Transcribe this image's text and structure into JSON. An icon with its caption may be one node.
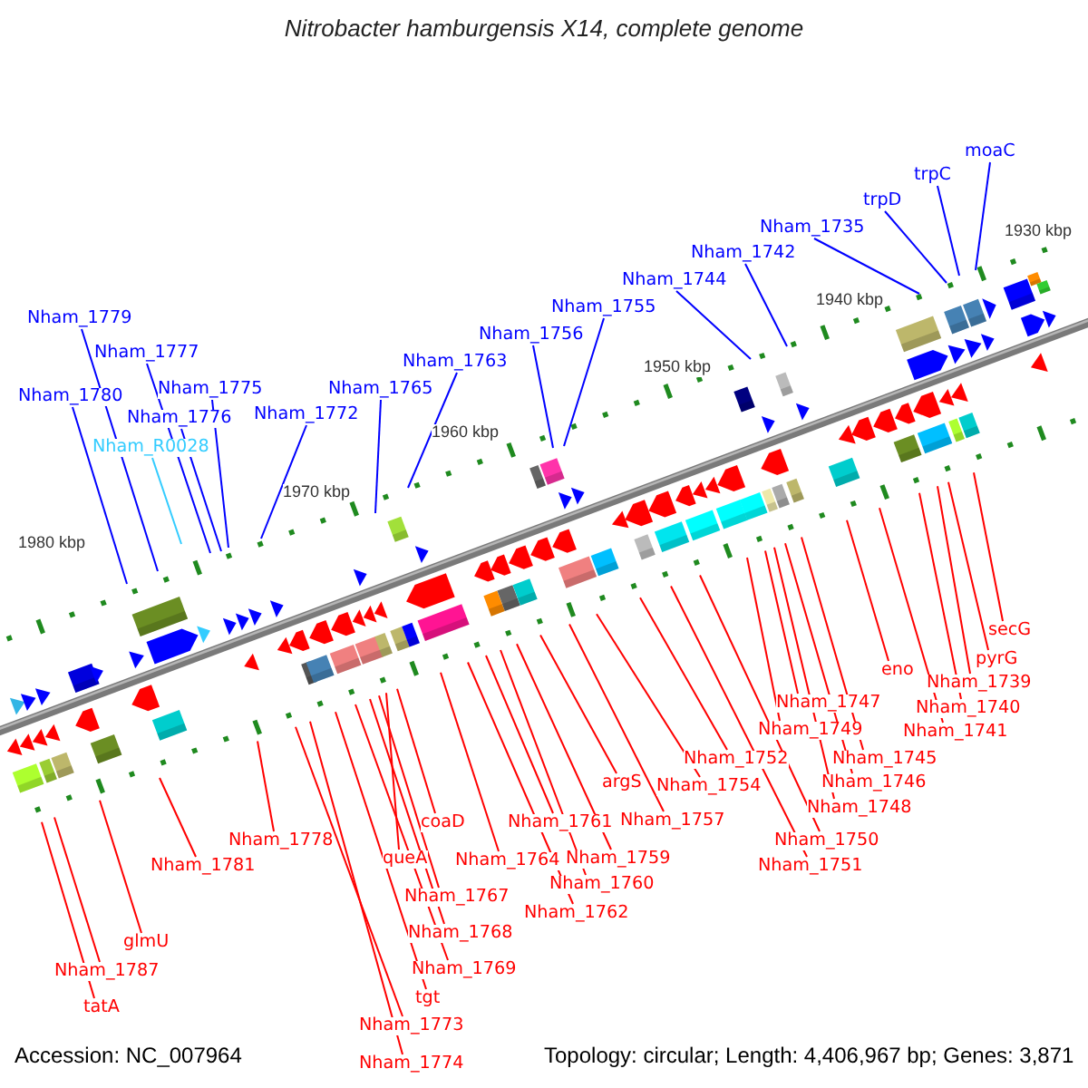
{
  "diagram": {
    "title": "Nitrobacter hamburgensis X14, complete genome",
    "nodes": [
      {
        "text": [
          "Nham_1780"
        ]
      },
      {
        "text": [
          "Nham_1779"
        ]
      },
      {
        "text": [
          "Nham_R0028"
        ]
      },
      {
        "text": [
          "Nham_1777"
        ]
      },
      {
        "text": [
          "Nham_1776"
        ]
      },
      {
        "text": [
          "Nham_1775"
        ]
      },
      {
        "text": [
          "Nham_1772"
        ]
      },
      {
        "text": [
          "Nham_1765"
        ]
      },
      {
        "text": [
          "Nham_1763"
        ]
      },
      {
        "text": [
          "Nham_1756"
        ]
      },
      {
        "text": [
          "Nham_1755"
        ]
      },
      {
        "text": [
          "Nham_1744"
        ]
      },
      {
        "text": [
          "Nham_1742"
        ]
      },
      {
        "text": [
          "Nham_1735"
        ]
      },
      {
        "text": [
          "trpD"
        ]
      },
      {
        "text": [
          "trpC"
        ]
      },
      {
        "text": [
          "moaC"
        ]
      },
      {
        "text": [
          "tatA"
        ]
      },
      {
        "text": [
          "Nham_1787"
        ]
      },
      {
        "text": [
          "glmU"
        ]
      },
      {
        "text": [
          "Nham_1781"
        ]
      },
      {
        "text": [
          "Nham_1778"
        ]
      },
      {
        "text": [
          "Nham_1773"
        ]
      },
      {
        "text": [
          "Nham_1774"
        ]
      },
      {
        "text": [
          "tgt"
        ]
      },
      {
        "text": [
          "Nham_1769"
        ]
      },
      {
        "text": [
          "Nham_1768"
        ]
      },
      {
        "text": [
          "Nham_1767"
        ]
      },
      {
        "text": [
          "queA"
        ]
      },
      {
        "text": [
          "coaD"
        ]
      },
      {
        "text": [
          "Nham_1764"
        ]
      },
      {
        "text": [
          "Nham_1762"
        ]
      },
      {
        "text": [
          "Nham_1761"
        ]
      },
      {
        "text": [
          "Nham_1760"
        ]
      },
      {
        "text": [
          "Nham_1759"
        ]
      },
      {
        "text": [
          "argS"
        ]
      },
      {
        "text": [
          "Nham_1757"
        ]
      },
      {
        "text": [
          "Nham_1754"
        ]
      },
      {
        "text": [
          "Nham_1752"
        ]
      },
      {
        "text": [
          "Nham_1751"
        ]
      },
      {
        "text": [
          "Nham_1750"
        ]
      },
      {
        "text": [
          "Nham_1749"
        ]
      },
      {
        "text": [
          "Nham_1747"
        ]
      },
      {
        "text": [
          "Nham_1748"
        ]
      },
      {
        "text": [
          "Nham_1746"
        ]
      },
      {
        "text": [
          "Nham_1745"
        ]
      },
      {
        "text": [
          "eno"
        ]
      },
      {
        "text": [
          "Nham_1741"
        ]
      },
      {
        "text": [
          "Nham_1740"
        ]
      },
      {
        "text": [
          "Nham_1739"
        ]
      },
      {
        "text": [
          "pyrG"
        ]
      },
      {
        "text": [
          "secG"
        ]
      }
    ],
    "edges": [
      {
        "from": 0,
        "to": null,
        "arrow": "none",
        "color": "#0000ff"
      },
      {
        "from": 1,
        "to": null,
        "arrow": "none",
        "color": "#0000ff"
      },
      {
        "from": 2,
        "to": null,
        "arrow": "none",
        "color": "#33ccff"
      },
      {
        "from": 3,
        "to": null,
        "arrow": "none",
        "color": "#0000ff"
      },
      {
        "from": 4,
        "to": null,
        "arrow": "none",
        "color": "#0000ff"
      },
      {
        "from": 5,
        "to": null,
        "arrow": "none",
        "color": "#0000ff"
      },
      {
        "from": 6,
        "to": null,
        "arrow": "none",
        "color": "#0000ff"
      },
      {
        "from": 7,
        "to": null,
        "arrow": "none",
        "color": "#0000ff"
      },
      {
        "from": 8,
        "to": null,
        "arrow": "none",
        "color": "#0000ff"
      },
      {
        "from": 9,
        "to": null,
        "arrow": "none",
        "color": "#0000ff"
      },
      {
        "from": 10,
        "to": null,
        "arrow": "none",
        "color": "#0000ff"
      },
      {
        "from": 11,
        "to": null,
        "arrow": "none",
        "color": "#0000ff"
      },
      {
        "from": 12,
        "to": null,
        "arrow": "none",
        "color": "#0000ff"
      },
      {
        "from": 13,
        "to": null,
        "arrow": "none",
        "color": "#0000ff"
      },
      {
        "from": 14,
        "to": null,
        "arrow": "none",
        "color": "#0000ff"
      },
      {
        "from": 15,
        "to": null,
        "arrow": "none",
        "color": "#0000ff"
      },
      {
        "from": 16,
        "to": null,
        "arrow": "none",
        "color": "#0000ff"
      },
      {
        "from": 17,
        "to": null,
        "arrow": "none"
      },
      {
        "from": 18,
        "to": null,
        "arrow": "none"
      },
      {
        "from": 19,
        "to": null,
        "arrow": "none"
      },
      {
        "from": 20,
        "to": null,
        "arrow": "none"
      },
      {
        "from": 21,
        "to": null,
        "arrow": "none"
      },
      {
        "from": 22,
        "to": null,
        "arrow": "none"
      },
      {
        "from": 23,
        "to": null,
        "arrow": "none"
      },
      {
        "from": 24,
        "to": null,
        "arrow": "none"
      },
      {
        "from": 25,
        "to": null,
        "arrow": "none"
      },
      {
        "from": 26,
        "to": null,
        "arrow": "none"
      },
      {
        "from": 27,
        "to": null,
        "arrow": "none"
      },
      {
        "from": 28,
        "to": null,
        "arrow": "none"
      },
      {
        "from": 29,
        "to": null,
        "arrow": "none"
      },
      {
        "from": 30,
        "to": null,
        "arrow": "none"
      },
      {
        "from": 31,
        "to": null,
        "arrow": "none"
      },
      {
        "from": 32,
        "to": null,
        "arrow": "none"
      },
      {
        "from": 33,
        "to": null,
        "arrow": "none"
      },
      {
        "from": 34,
        "to": null,
        "arrow": "none"
      },
      {
        "from": 35,
        "to": null,
        "arrow": "none"
      },
      {
        "from": 36,
        "to": null,
        "arrow": "none"
      },
      {
        "from": 37,
        "to": null,
        "arrow": "none"
      },
      {
        "from": 38,
        "to": null,
        "arrow": "none"
      },
      {
        "from": 39,
        "to": null,
        "arrow": "none"
      },
      {
        "from": 40,
        "to": null,
        "arrow": "none"
      },
      {
        "from": 41,
        "to": null,
        "arrow": "none"
      },
      {
        "from": 42,
        "to": null,
        "arrow": "none"
      },
      {
        "from": 43,
        "to": null,
        "arrow": "none"
      },
      {
        "from": 44,
        "to": null,
        "arrow": "none"
      },
      {
        "from": 45,
        "to": null,
        "arrow": "none"
      },
      {
        "from": 46,
        "to": null,
        "arrow": "none"
      },
      {
        "from": 47,
        "to": null,
        "arrow": "none"
      },
      {
        "from": 48,
        "to": null,
        "arrow": "none"
      },
      {
        "from": 49,
        "to": null,
        "arrow": "none"
      },
      {
        "from": 50,
        "to": null,
        "arrow": "none"
      },
      {
        "from": 51,
        "to": null,
        "arrow": "none"
      }
    ],
    "labels": [
      "1930 kbp",
      "1940 kbp",
      "1950 kbp",
      "1960 kbp",
      "1970 kbp",
      "1980 kbp",
      "Accession: NC_007964",
      "Topology: circular; Length: 4,406,967 bp; Genes: 3,871"
    ]
  }
}
